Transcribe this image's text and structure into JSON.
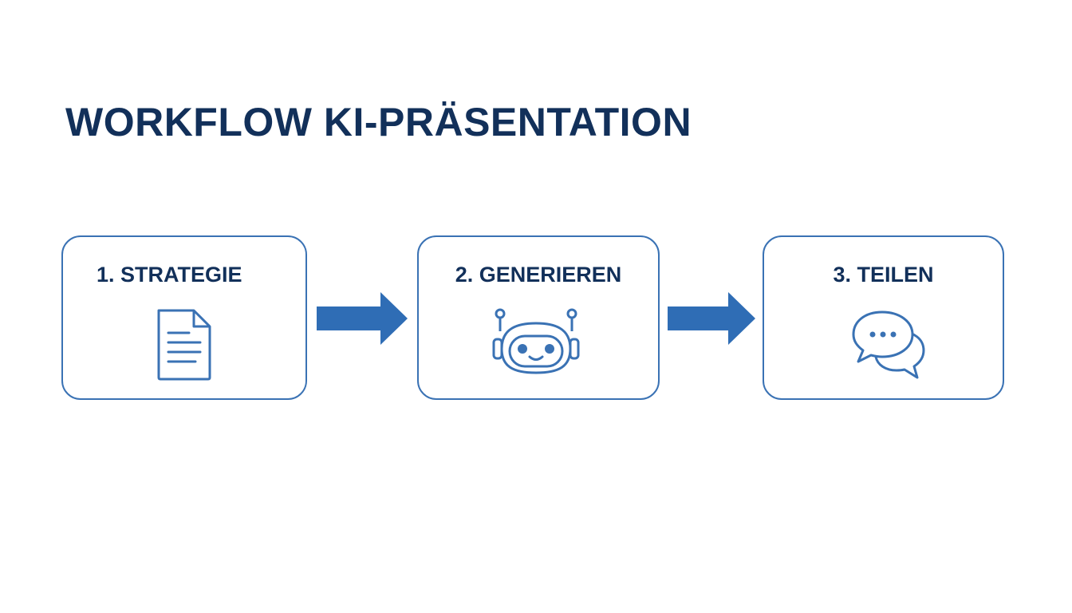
{
  "title": "WORKFLOW KI-PRÄSENTATION",
  "steps": [
    {
      "label": "1. STRATEGIE",
      "icon": "document-icon"
    },
    {
      "label": "2. GENERIEREN",
      "icon": "robot-icon"
    },
    {
      "label": "3. TEILEN",
      "icon": "chat-bubbles-icon"
    }
  ],
  "connectors": [
    "arrow-right-icon",
    "arrow-right-icon"
  ],
  "colors": {
    "title_text": "#12305a",
    "box_border": "#3a72b4",
    "icon_stroke": "#3a72b4",
    "arrow_fill": "#2f6db5",
    "background": "#ffffff"
  }
}
